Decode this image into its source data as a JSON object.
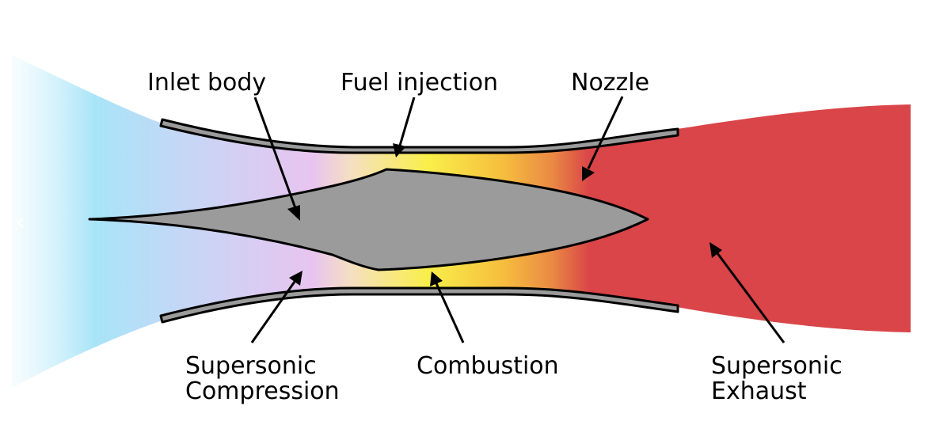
{
  "labels": {
    "inlet_body": "Inlet body",
    "fuel_injection": "Fuel injection",
    "nozzle": "Nozzle",
    "supersonic_compression_line1": "Supersonic",
    "supersonic_compression_line2": "Compression",
    "combustion": "Combustion",
    "supersonic_exhaust_line1": "Supersonic",
    "supersonic_exhaust_line2": "Exhaust"
  },
  "navigation": {
    "prev_glyph": "‹"
  },
  "colors": {
    "inlet_air": "#a8e4f8",
    "compression": "#e8c4ef",
    "combustion": "#f9ef4a",
    "exhaust": "#d94548",
    "engine_body": "#9b9b9b",
    "outline": "#000000"
  }
}
